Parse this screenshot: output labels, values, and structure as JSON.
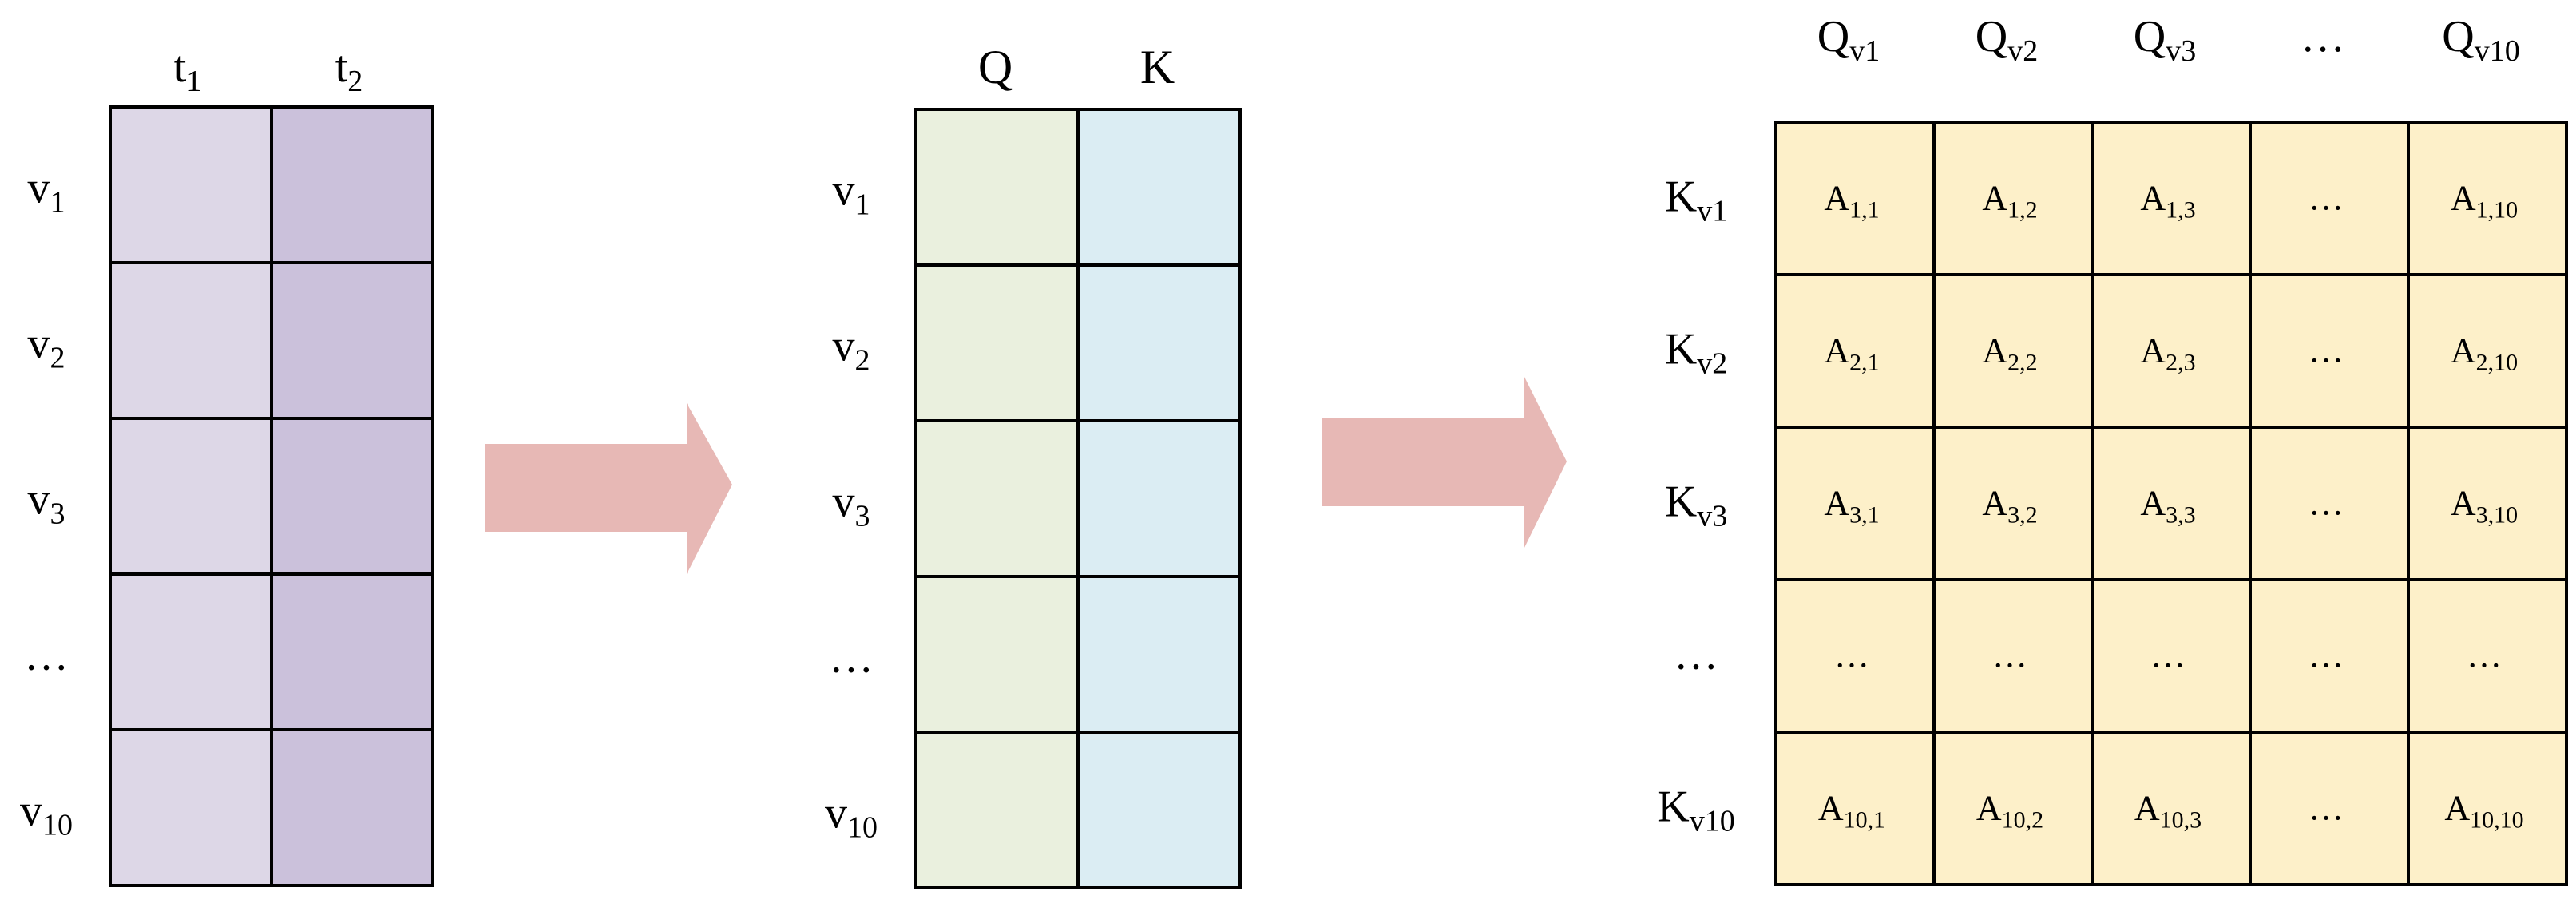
{
  "panel1": {
    "col_headers": [
      {
        "base": "t",
        "sub": "1"
      },
      {
        "base": "t",
        "sub": "2"
      }
    ],
    "row_labels": [
      {
        "base": "v",
        "sub": "1"
      },
      {
        "base": "v",
        "sub": "2"
      },
      {
        "base": "v",
        "sub": "3"
      },
      {
        "base": "…",
        "sub": ""
      },
      {
        "base": "v",
        "sub": "10"
      }
    ],
    "colors": [
      "#ddd7e7",
      "#cbc1db"
    ]
  },
  "panel2": {
    "col_headers": [
      {
        "base": "Q",
        "sub": ""
      },
      {
        "base": "K",
        "sub": ""
      }
    ],
    "row_labels": [
      {
        "base": "v",
        "sub": "1"
      },
      {
        "base": "v",
        "sub": "2"
      },
      {
        "base": "v",
        "sub": "3"
      },
      {
        "base": "…",
        "sub": ""
      },
      {
        "base": "v",
        "sub": "10"
      }
    ],
    "colors": [
      "#eaf0de",
      "#dbedf3"
    ]
  },
  "panel3": {
    "col_headers": [
      {
        "base": "Q",
        "sub": "v1"
      },
      {
        "base": "Q",
        "sub": "v2"
      },
      {
        "base": "Q",
        "sub": "v3"
      },
      {
        "base": "…",
        "sub": ""
      },
      {
        "base": "Q",
        "sub": "v10"
      }
    ],
    "row_labels": [
      {
        "base": "K",
        "sub": "v1"
      },
      {
        "base": "K",
        "sub": "v2"
      },
      {
        "base": "K",
        "sub": "v3"
      },
      {
        "base": "…",
        "sub": ""
      },
      {
        "base": "K",
        "sub": "v10"
      }
    ],
    "cells": [
      [
        {
          "base": "A",
          "sub": "1,1"
        },
        {
          "base": "A",
          "sub": "1,2"
        },
        {
          "base": "A",
          "sub": "1,3"
        },
        {
          "base": "…",
          "sub": ""
        },
        {
          "base": "A",
          "sub": "1,10"
        }
      ],
      [
        {
          "base": "A",
          "sub": "2,1"
        },
        {
          "base": "A",
          "sub": "2,2"
        },
        {
          "base": "A",
          "sub": "2,3"
        },
        {
          "base": "…",
          "sub": ""
        },
        {
          "base": "A",
          "sub": "2,10"
        }
      ],
      [
        {
          "base": "A",
          "sub": "3,1"
        },
        {
          "base": "A",
          "sub": "3,2"
        },
        {
          "base": "A",
          "sub": "3,3"
        },
        {
          "base": "…",
          "sub": ""
        },
        {
          "base": "A",
          "sub": "3,10"
        }
      ],
      [
        {
          "base": "…",
          "sub": ""
        },
        {
          "base": "…",
          "sub": ""
        },
        {
          "base": "…",
          "sub": ""
        },
        {
          "base": "…",
          "sub": ""
        },
        {
          "base": "…",
          "sub": ""
        }
      ],
      [
        {
          "base": "A",
          "sub": "10,1"
        },
        {
          "base": "A",
          "sub": "10,2"
        },
        {
          "base": "A",
          "sub": "10,3"
        },
        {
          "base": "…",
          "sub": ""
        },
        {
          "base": "A",
          "sub": "10,10"
        }
      ]
    ],
    "color": "#fdf0c9"
  },
  "arrows": {
    "color": "#e7b8b5"
  }
}
